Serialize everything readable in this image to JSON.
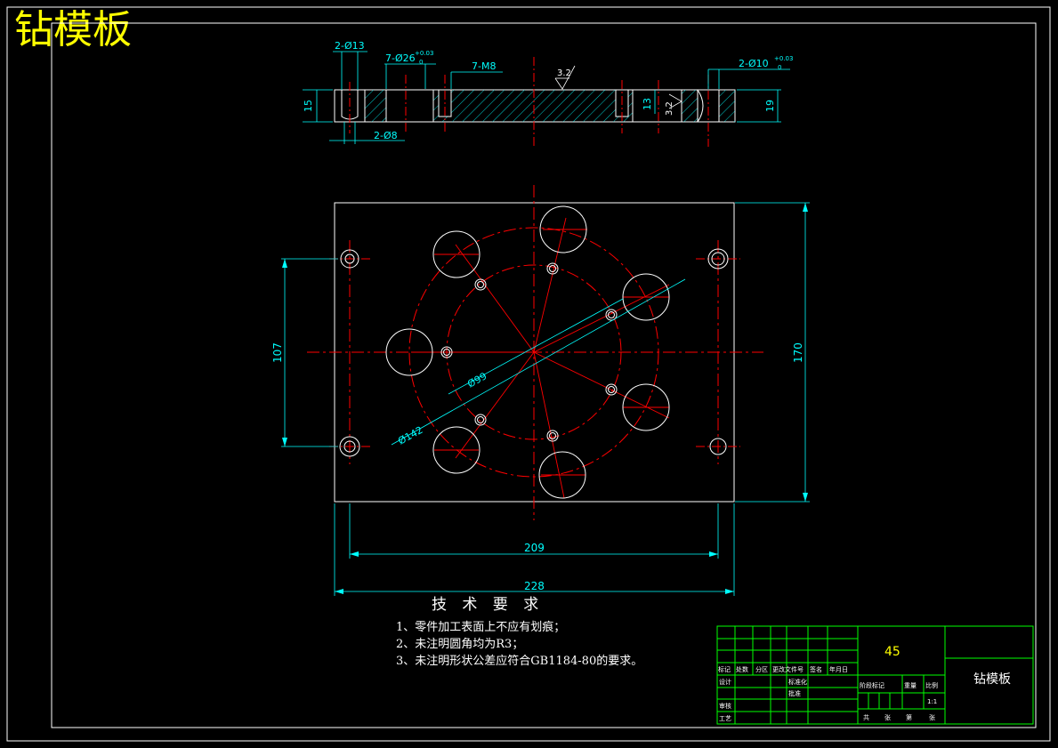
{
  "title": "钻模板",
  "material": "45",
  "part_name": "钻模板",
  "tech": {
    "heading": "技 术 要 求",
    "lines": [
      "1、零件加工表面上不应有划痕；",
      "2、未注明圆角均为R3；",
      "3、未注明形状公差应符合GB1184-80的要求。"
    ]
  },
  "dims": {
    "d_2_13": "2-Ø13",
    "d_7_26": "7-Ø26",
    "d_7_26_tol": "+0.03",
    "d_7_26_tol_low": "0",
    "d_7_m8": "7-M8",
    "d_2_10": "2-Ø10",
    "d_2_10_tol": "+0.03",
    "d_2_10_tol_low": "0",
    "d_2_8": "2-Ø8",
    "d_15": "15",
    "d_13": "13",
    "d_19": "19",
    "rough1": "3.2",
    "rough2": "3.2",
    "d_107": "107",
    "d_170": "170",
    "d_209": "209",
    "d_228": "228",
    "d_phi99": "Ø99",
    "d_phi142": "Ø142"
  },
  "title_block": {
    "row_labels": [
      "标记",
      "处数",
      "分区",
      "更改文件号",
      "签名",
      "年月日"
    ],
    "design": "设计",
    "standard": "标准化",
    "review": "审核",
    "process": "工艺",
    "approve": "批准",
    "stage_mark": "阶段标记",
    "weight": "重量",
    "scale": "比例",
    "scale_value": "1:1",
    "sheet_total": "共",
    "sheet_word1": "张",
    "sheet_no": "第",
    "sheet_word2": "张"
  },
  "colors": {
    "outline": "#ffffff",
    "center": "#ff0000",
    "dimension": "#00ffff",
    "titleblock": "#00ff00",
    "title_text": "#ffff00"
  }
}
